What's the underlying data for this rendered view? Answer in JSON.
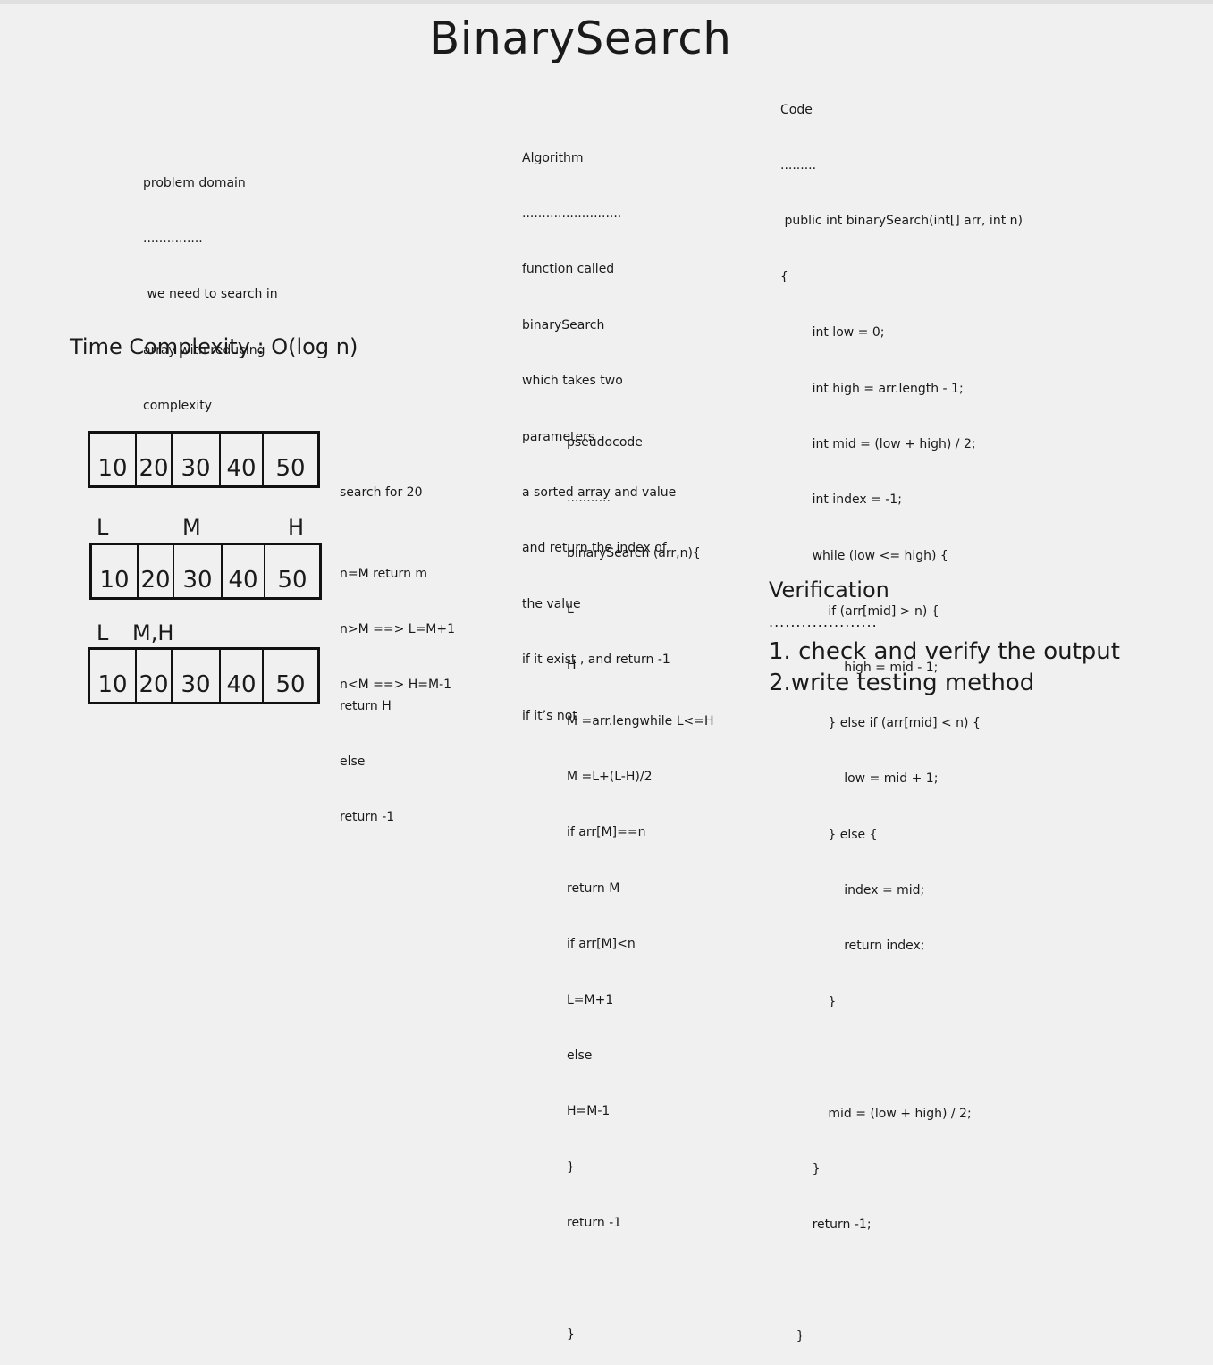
{
  "title": "BinarySearch",
  "problem": {
    "lines": [
      "problem domain",
      "...............",
      " we need to search in",
      "array with reducing",
      "complexity"
    ]
  },
  "algorithm": {
    "lines": [
      "Algorithm",
      ".........................",
      "function called",
      "binarySearch",
      "which takes two",
      "parameters",
      "a sorted array and value",
      "and return the index of",
      "the value",
      "if it exist , and return -1",
      "if it’s not"
    ]
  },
  "code": {
    "lines": [
      "Code",
      ".........",
      " public int binarySearch(int[] arr, int n)",
      "{",
      "        int low = 0;",
      "        int high = arr.length - 1;",
      "        int mid = (low + high) / 2;",
      "        int index = -1;",
      "        while (low <= high) {",
      "            if (arr[mid] > n) {",
      "                high = mid - 1;",
      "            } else if (arr[mid] < n) {",
      "                low = mid + 1;",
      "            } else {",
      "                index = mid;",
      "                return index;",
      "            }",
      "",
      "            mid = (low + high) / 2;",
      "        }",
      "        return -1;",
      "",
      "    }"
    ]
  },
  "complexity": "Time Complexity : O(log n)",
  "pseudocode": {
    "lines": [
      "pseudocode",
      "...........",
      "binarySearch (arr,n){",
      "L",
      "H",
      "M =arr.lengwhile L<=H",
      "M =L+(L-H)/2",
      "if arr[M]==n",
      "return M",
      "if arr[M]<n",
      "L=M+1",
      "else",
      "H=M-1",
      "}",
      "return -1",
      "",
      "}"
    ]
  },
  "arrays": [
    {
      "values": [
        "10",
        "20",
        "30",
        "40",
        "50"
      ]
    },
    {
      "values": [
        "10",
        "20",
        "30",
        "40",
        "50"
      ]
    },
    {
      "values": [
        "10",
        "20",
        "30",
        "40",
        "50"
      ]
    }
  ],
  "pointers": {
    "row2": {
      "l": "L",
      "m": "M",
      "h": "H"
    },
    "row3": {
      "l": "L",
      "mh": "M,H"
    }
  },
  "notes": {
    "row1": [
      "search for 20"
    ],
    "row2": [
      "n=M return m",
      "n>M ==> L=M+1",
      "n<M ==> H=M-1"
    ],
    "row3": [
      "return H",
      "else",
      "return -1"
    ]
  },
  "verification": {
    "title": "Verification",
    "dots": "....................",
    "items": [
      "1. check and verify the output",
      "2.write testing method"
    ]
  }
}
